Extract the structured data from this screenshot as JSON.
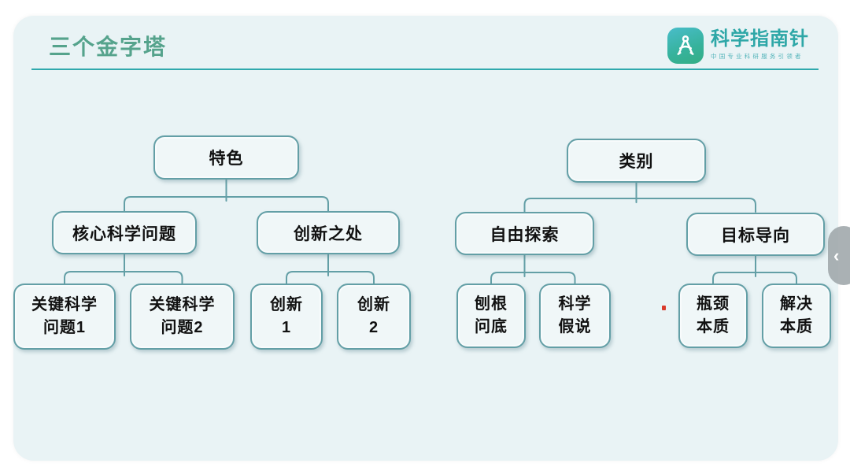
{
  "page": {
    "title": "三个金字塔"
  },
  "logo": {
    "name": "科学指南针",
    "tagline": "中国专业科研服务引领者",
    "icon": "compass-icon"
  },
  "side_handle": {
    "chevron": "‹",
    "icon": "chevron-left-icon"
  },
  "colors": {
    "title_green": "#55a38c",
    "rule_teal": "#2fa9ad",
    "node_border": "#639fa6",
    "logo_teal": "#2ea7a7",
    "slide_bg": "#e9f3f5",
    "red_dot": "#d93a2b"
  },
  "diagram": {
    "type": "tree",
    "trees": [
      {
        "name": "features-tree",
        "root": "特色",
        "branches": [
          {
            "label": "核心科学问题",
            "leaves": [
              "关键科学\n问题1",
              "关键科学\n问题2"
            ]
          },
          {
            "label": "创新之处",
            "leaves": [
              "创新\n1",
              "创新\n2"
            ]
          }
        ]
      },
      {
        "name": "category-tree",
        "root": "类别",
        "branches": [
          {
            "label": "自由探索",
            "leaves": [
              "刨根\n问底",
              "科学\n假说"
            ]
          },
          {
            "label": "目标导向",
            "leaves": [
              "瓶颈\n本质",
              "解决\n本质"
            ]
          }
        ]
      }
    ]
  }
}
